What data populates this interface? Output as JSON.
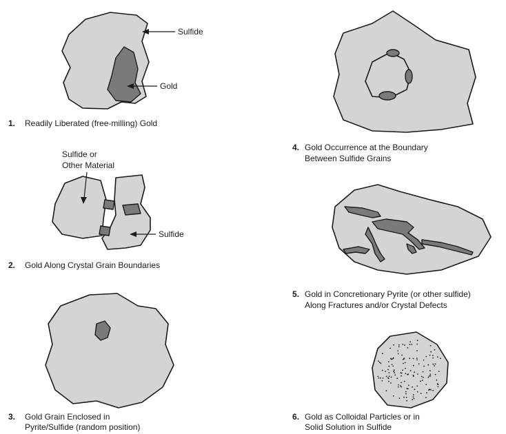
{
  "panels": [
    {
      "number": "1.",
      "caption": [
        "Readily Liberated (free-milling) Gold"
      ],
      "labels": {
        "sulfide": "Sulfide",
        "gold": "Gold"
      }
    },
    {
      "number": "2.",
      "caption": [
        "Gold Along Crystal Grain Boundaries"
      ],
      "labels": {
        "top": [
          "Sulfide or",
          "Other Material"
        ],
        "sulfide": "Sulfide"
      }
    },
    {
      "number": "3.",
      "caption": [
        "Gold Grain Enclosed in",
        "Pyrite/Sulfide (random position)"
      ]
    },
    {
      "number": "4.",
      "caption": [
        "Gold Occurrence at the Boundary",
        "Between Sulfide Grains"
      ]
    },
    {
      "number": "5.",
      "caption": [
        "Gold in Concretionary Pyrite (or other sulfide)",
        "Along Fractures and/or Crystal Defects"
      ]
    },
    {
      "number": "6.",
      "caption": [
        "Gold as Colloidal Particles or in",
        "Solid Solution in Sulfide"
      ]
    }
  ],
  "colors": {
    "sulfide_fill": "#d4d4d4",
    "gold_fill": "#7a7a7a",
    "outline": "#1a1a1a"
  }
}
